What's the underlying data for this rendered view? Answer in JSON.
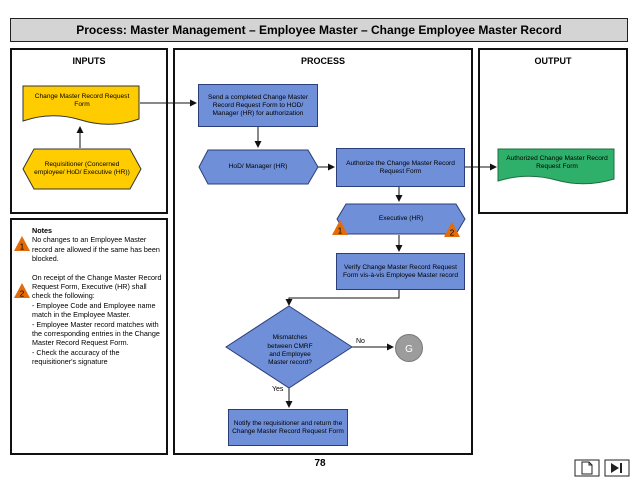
{
  "title": "Process: Master Management – Employee Master – Change Employee Master Record",
  "panels": {
    "inputs": "INPUTS",
    "process": "PROCESS",
    "output": "OUTPUT"
  },
  "inputs": {
    "form": "Change Master Record Request Form",
    "requisitioner": "Requisitioner (Concerned employee/ HoD/ Executive (HR))"
  },
  "notes": {
    "heading": "Notes",
    "note1": "No changes to an Employee Master record are allowed if the same has been blocked.",
    "note2_intro": "On receipt of the Change Master Record Request Form, Executive (HR) shall check the following:",
    "note2_b1": "- Employee Code and Employee name match in the Employee Master.",
    "note2_b2": "- Employee Master record matches with the corresponding entries in the Change Master Record Request Form.",
    "note2_b3": "- Check the accuracy of the requisitioner's signature",
    "marker1": "1",
    "marker2": "2"
  },
  "process": {
    "send_form": "Send a completed Change Master Record Request Form to HOD/ Manager (HR) for authorization",
    "hod_manager": "HoD/ Manager (HR)",
    "authorize": "Authorize the Change Master Record Request Form",
    "executive": "Executive (HR)",
    "verify": "Verify Change Master Record Request Form vis-à-vis Employee Master record",
    "decision": "Mismatches between CMRF and Employee Master record?",
    "no_label": "No",
    "yes_label": "Yes",
    "connector": "G",
    "notify": "Notify the requisitioner and return the Change Master Record Request Form",
    "marker1": "1",
    "marker2": "2"
  },
  "output": {
    "authorized": "Authorized Change Master Record Request Form"
  },
  "page_number": "78",
  "colors": {
    "title_bg": "#d4d4d4",
    "input_yellow": "#ffcc00",
    "process_blue": "#6f8fd8",
    "output_green": "#2fb06a",
    "connector_gray": "#9c9c9c",
    "marker_orange": "#e36c0a"
  }
}
